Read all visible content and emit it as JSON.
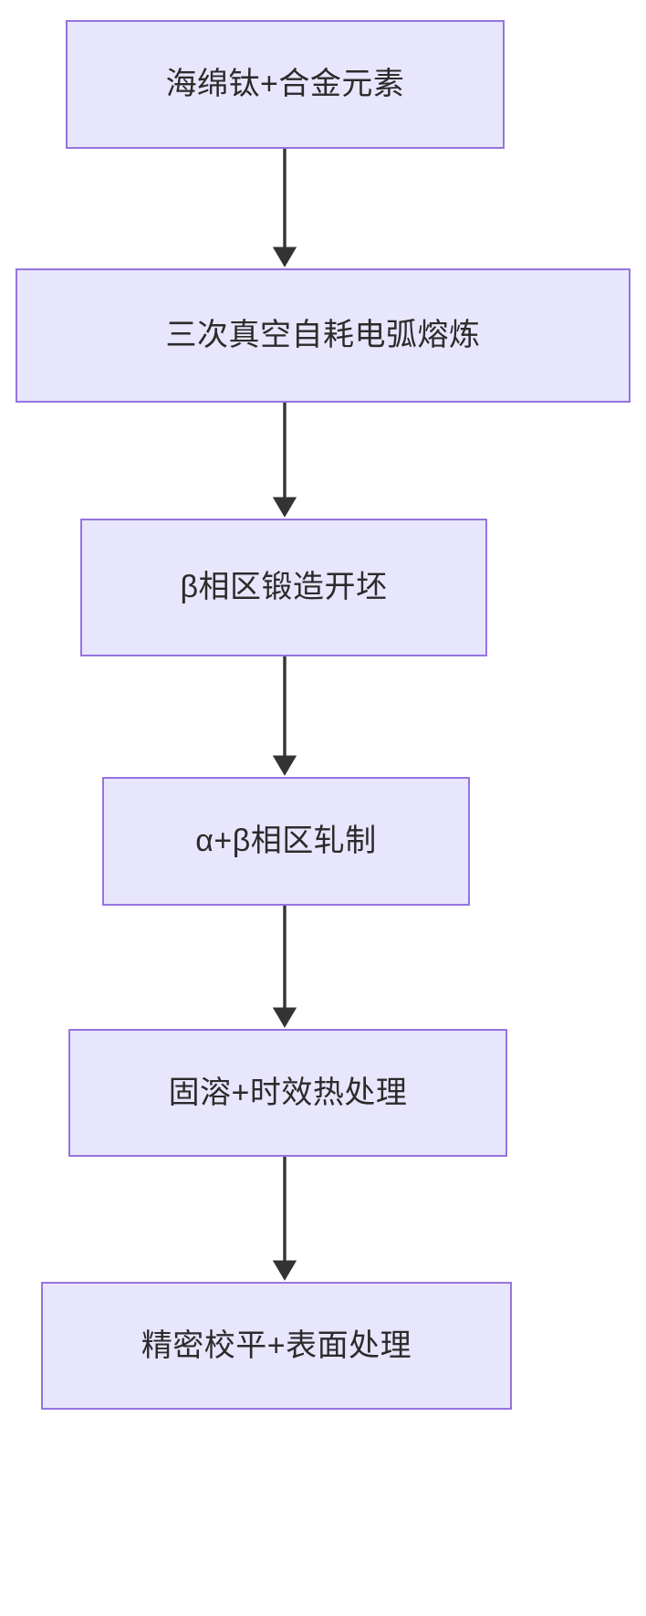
{
  "diagram": {
    "type": "flowchart",
    "orientation": "top-to-bottom",
    "title": "",
    "colors": {
      "node_fill": "#e8e6fc",
      "node_border": "#9673e0",
      "node_text": "#2b2b2b",
      "edge": "#333333",
      "background": "#ffffff"
    },
    "nodes": [
      {
        "id": "n1",
        "label": "海绵钛+合金元素"
      },
      {
        "id": "n2",
        "label": "三次真空自耗电弧熔炼"
      },
      {
        "id": "n3",
        "label": "β相区锻造开坯"
      },
      {
        "id": "n4",
        "label": "α+β相区轧制"
      },
      {
        "id": "n5",
        "label": "固溶+时效热处理"
      },
      {
        "id": "n6",
        "label": "精密校平+表面处理"
      }
    ],
    "edges": [
      {
        "from": "n1",
        "to": "n2",
        "label": "",
        "arrow": "down"
      },
      {
        "from": "n2",
        "to": "n3",
        "label": "",
        "arrow": "down"
      },
      {
        "from": "n3",
        "to": "n4",
        "label": "",
        "arrow": "down"
      },
      {
        "from": "n4",
        "to": "n5",
        "label": "",
        "arrow": "down"
      },
      {
        "from": "n5",
        "to": "n6",
        "label": "",
        "arrow": "down"
      }
    ]
  }
}
